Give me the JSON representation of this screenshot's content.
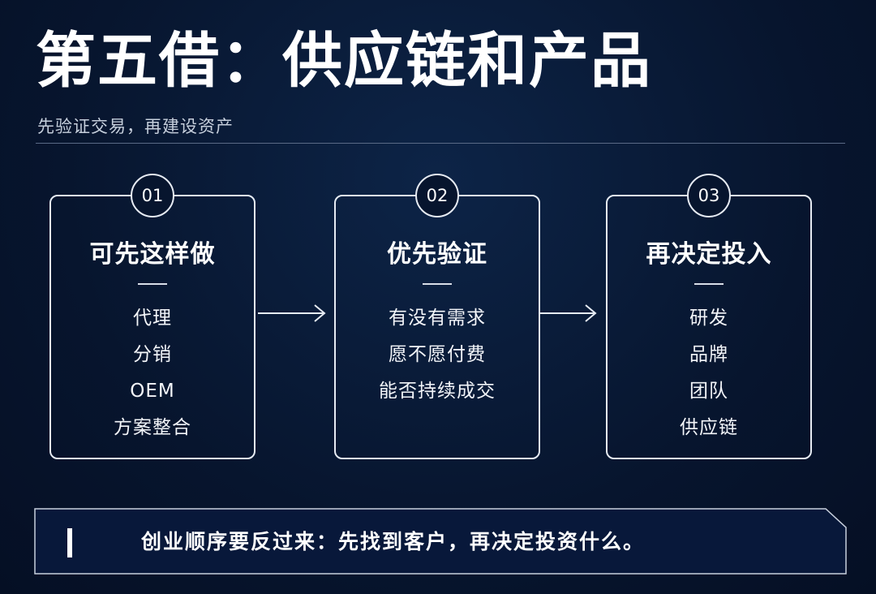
{
  "header": {
    "title": "第五借：供应链和产品",
    "subtitle": "先验证交易，再建设资产"
  },
  "cards": [
    {
      "number": "01",
      "heading": "可先这样做",
      "items": [
        "代理",
        "分销",
        "OEM",
        "方案整合"
      ]
    },
    {
      "number": "02",
      "heading": "优先验证",
      "items": [
        "有没有需求",
        "愿不愿付费",
        "能否持续成交"
      ]
    },
    {
      "number": "03",
      "heading": "再决定投入",
      "items": [
        "研发",
        "品牌",
        "团队",
        "供应链"
      ]
    }
  ],
  "footer": {
    "text": "创业顺序要反过来：先找到客户，再决定投资什么。"
  },
  "colors": {
    "background": "#07152e",
    "line": "#e6ebf3",
    "text": "#ffffff"
  },
  "icons": [
    "right-arrow-icon"
  ]
}
